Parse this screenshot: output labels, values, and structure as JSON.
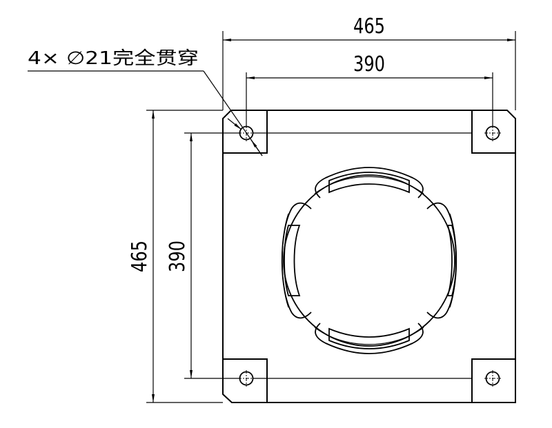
{
  "drawing": {
    "type": "mounting-plate-top-view",
    "line_color": "#000000",
    "background": "#ffffff"
  },
  "dimensions": {
    "overall_width": "465",
    "hole_spacing_width": "390",
    "overall_height": "465",
    "hole_spacing_height": "390"
  },
  "callout": {
    "quantity": "4",
    "multiplier": "×",
    "diameter_symbol": "∅",
    "diameter_value": "21",
    "note": "完全贯穿",
    "full_text": "4× ∅21完全贯穿"
  },
  "features": {
    "mounting_holes": 4,
    "corner_pads": 4,
    "chamfered_corners": [
      "top-right",
      "bottom-left"
    ],
    "central_bore": "circular opening with 4 bayonet lugs"
  }
}
